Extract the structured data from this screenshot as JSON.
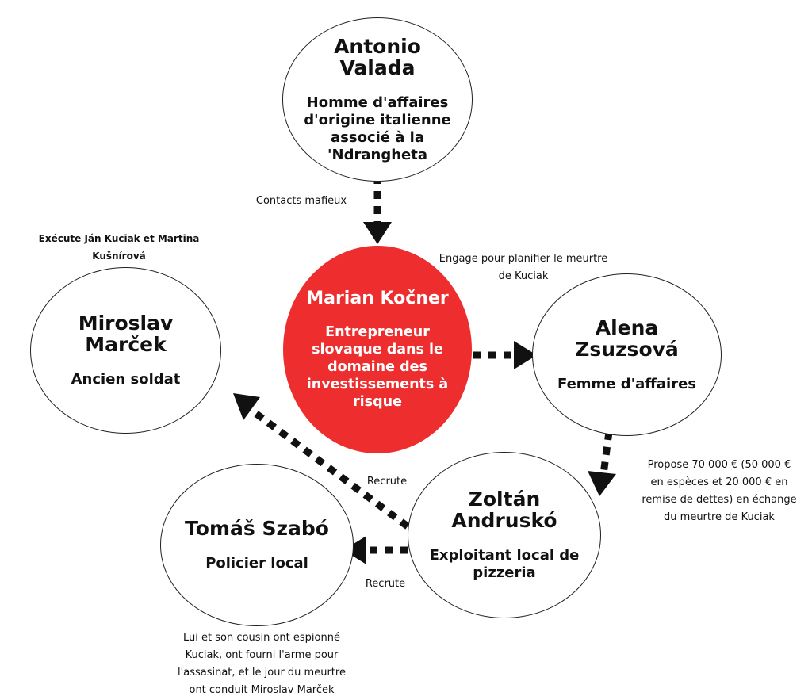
{
  "nodes": {
    "valada": {
      "name": "Antonio\nValada",
      "role": "Homme d'affaires\nd'origine italienne\nassocié à la\n'Ndrangheta"
    },
    "kocner": {
      "name": "Marian Kočner",
      "role": "Entrepreneur\nslovaque dans le\ndomaine des\ninvestissements à\nrisque"
    },
    "marcek": {
      "name": "Miroslav\nMarček",
      "role": "Ancien soldat"
    },
    "zsuzsova": {
      "name": "Alena\nZsuzsová",
      "role": "Femme d'affaires"
    },
    "andrusko": {
      "name": "Zoltán\nAndruskó",
      "role": "Exploitant local de\npizzeria"
    },
    "szabo": {
      "name": "Tomáš Szabó",
      "role": "Policier local"
    }
  },
  "labels": {
    "contacts": "Contacts mafieux",
    "execute": "Exécute Ján Kuciak et Martina\nKušnírová",
    "engage": "Engage pour planifier le meurtre\nde Kuciak",
    "propose": "Propose 70 000 € (50 000 €\nen espèces et 20 000 € en\nremise de dettes) en échange\ndu meurtre de Kuciak",
    "recrute_marcek": "Recrute",
    "recrute_szabo": "Recrute",
    "espionne": "Lui et son cousin ont espionné\nKuciak, ont fourni l'arme pour\nl'assasinat, et le jour du meurtre\nont conduit Miroslav Marček"
  },
  "colors": {
    "highlight": "#ee2e2e",
    "edge": "#111111"
  }
}
